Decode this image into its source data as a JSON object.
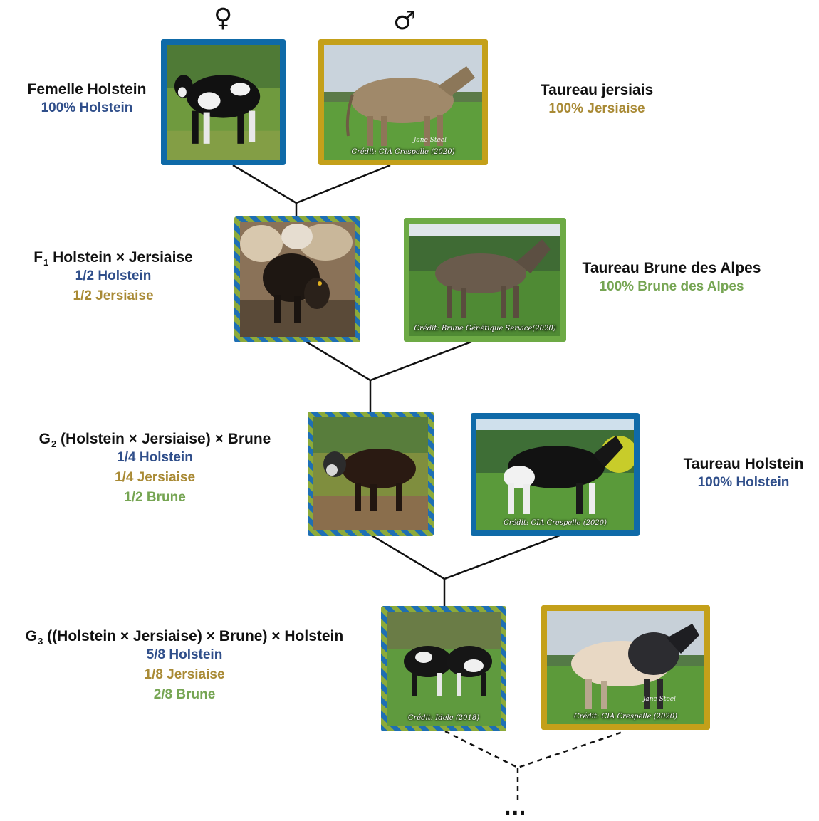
{
  "symbols": {
    "female": "♀",
    "male": "♂"
  },
  "parents": {
    "female": {
      "name": "Femelle Holstein",
      "line1": "100% Holstein"
    },
    "male": {
      "name": "Taureau jersiais",
      "line1": "100% Jersiaise",
      "credit": "Crédit: CIA Crespelle (2020)",
      "signature": "Jane Steel"
    }
  },
  "f1": {
    "prefix": "F",
    "sub": "1",
    "name": " Holstein × Jersiaise",
    "line1": "1/2 Holstein",
    "line2": "1/2 Jersiaise"
  },
  "bull_brune": {
    "name": "Taureau Brune des Alpes",
    "line1": "100% Brune des Alpes",
    "credit": "Crédit: Brune Génétique Service(2020)"
  },
  "g2": {
    "prefix": "G",
    "sub": "2",
    "name": " (Holstein × Jersiaise) × Brune",
    "line1": "1/4 Holstein",
    "line2": "1/4 Jersiaise",
    "line3": "1/2 Brune"
  },
  "bull_holstein": {
    "name": "Taureau Holstein",
    "line1": "100% Holstein",
    "credit": "Crédit: CIA Crespelle (2020)"
  },
  "g3": {
    "prefix": "G",
    "sub": "3",
    "name": " ((Holstein × Jersiaise) × Brune) × Holstein",
    "line1": "5/8 Holstein",
    "line2": "1/8 Jersiaise",
    "line3": "2/8 Brune",
    "credit": "Crédit: Idele (2018)"
  },
  "bull_jersey_2": {
    "credit": "Crédit: CIA Crespelle (2020)",
    "signature": "Jane Steel"
  },
  "continuation": "...",
  "colors": {
    "holstein": "#2f4e8a",
    "jersiaise": "#a98a35",
    "brune": "#76a553",
    "frame_blue": "#0f6aa8",
    "frame_gold": "#c4a01a",
    "frame_green": "#6daa45"
  }
}
